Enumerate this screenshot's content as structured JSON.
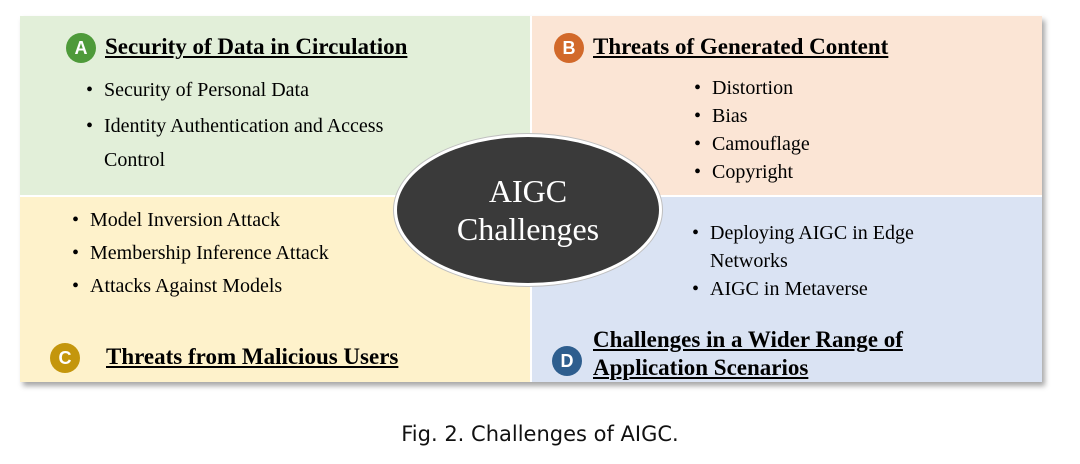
{
  "center": {
    "line1": "AIGC",
    "line2": "Challenges"
  },
  "quadrants": {
    "A": {
      "badge": "A",
      "badge_color": "#4e9a3a",
      "title": "Security of Data in Circulation",
      "items": [
        "Security of Personal Data",
        "Identity Authentication and Access Control"
      ]
    },
    "B": {
      "badge": "B",
      "badge_color": "#d2692a",
      "title": "Threats of Generated Content",
      "items": [
        "Distortion",
        "Bias",
        "Camouflage",
        "Copyright"
      ]
    },
    "C": {
      "badge": "C",
      "badge_color": "#c4960c",
      "title": "Threats from Malicious Users",
      "items": [
        "Model Inversion Attack",
        "Membership Inference Attack",
        "Attacks Against Models"
      ]
    },
    "D": {
      "badge": "D",
      "badge_color": "#2e5e8e",
      "title_line1": "Challenges in a Wider Range of",
      "title_line2": "Application Scenarios",
      "items": [
        "Deploying AIGC in Edge Networks",
        "AIGC in Metaverse"
      ]
    }
  },
  "caption": "Fig. 2.  Challenges of AIGC."
}
